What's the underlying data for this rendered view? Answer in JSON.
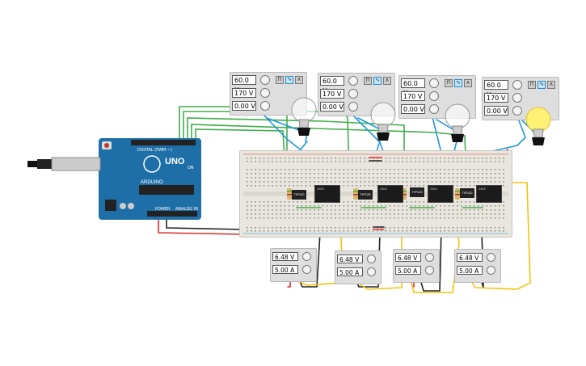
{
  "board": {
    "brand": "ARDUINO",
    "model": "UNO",
    "labels": {
      "digital": "DIGITAL (PWM ~)",
      "power": "POWER",
      "analog": "ANALOG IN",
      "on": "ON"
    }
  },
  "function_generators": [
    {
      "frequency": "60.0 Hz",
      "amplitude": "170 V",
      "offset": "0.00 V",
      "active_wave": "sine"
    },
    {
      "frequency": "60.0 Hz",
      "amplitude": "170 V",
      "offset": "0.00 V",
      "active_wave": "sine"
    },
    {
      "frequency": "60.0 Hz",
      "amplitude": "170 V",
      "offset": "0.00 V",
      "active_wave": "sine"
    },
    {
      "frequency": "60.0 Hz",
      "amplitude": "170 V",
      "offset": "0.00 V",
      "active_wave": "sine"
    }
  ],
  "power_supplies": [
    {
      "voltage": "6.48 V",
      "current": "5.00 A"
    },
    {
      "voltage": "6.48 V",
      "current": "5.00 A"
    },
    {
      "voltage": "6.48 V",
      "current": "5.00 A"
    },
    {
      "voltage": "6.48 V",
      "current": "5.00 A"
    }
  ],
  "bulbs": [
    {
      "state": "off"
    },
    {
      "state": "off"
    },
    {
      "state": "off"
    },
    {
      "state": "on"
    }
  ],
  "transistors": [
    "TIP120",
    "TIP120",
    "TIP120",
    "TIP120"
  ],
  "relays": [
    "G5LE",
    "G5LE",
    "G5LE",
    "G5LE"
  ],
  "colors": {
    "wire_green": "#3fae49",
    "wire_blue": "#1f9ad6",
    "wire_red": "#e12b2b",
    "wire_black": "#222222",
    "wire_yellow": "#f4c20d",
    "arduino_blue": "#1e6fa8",
    "bulb_on": "#fff176"
  }
}
